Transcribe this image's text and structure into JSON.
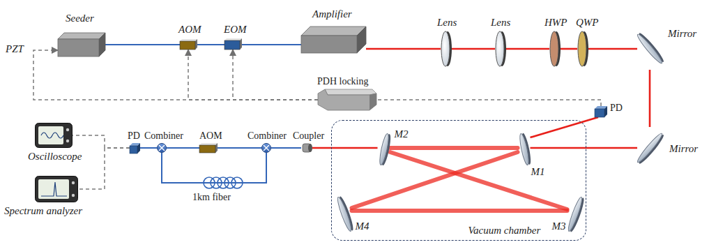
{
  "diagram": {
    "nodes": [
      {
        "text": [
          "Seeder"
        ]
      },
      {
        "text": [
          "AOM"
        ]
      },
      {
        "text": [
          "EOM"
        ]
      },
      {
        "text": [
          "Amplifier"
        ]
      },
      {
        "text": [
          "Lens"
        ]
      },
      {
        "text": [
          "Lens"
        ]
      },
      {
        "text": [
          "HWP"
        ]
      },
      {
        "text": [
          "QWP"
        ]
      },
      {
        "text": [
          "Mirror"
        ]
      },
      {
        "text": [
          "PDH locking"
        ]
      },
      {
        "text": [
          "PD"
        ]
      },
      {
        "text": [
          "Mirror"
        ]
      },
      {
        "text": [
          "Vacuum chamber"
        ]
      },
      {
        "text": [
          "M2"
        ],
        "in": 12
      },
      {
        "text": [
          "M1"
        ],
        "in": 12
      },
      {
        "text": [
          "M4"
        ],
        "in": 12
      },
      {
        "text": [
          "M3"
        ],
        "in": 12
      },
      {
        "text": [
          "Coupler"
        ]
      },
      {
        "text": [
          "Combiner"
        ]
      },
      {
        "text": [
          "AOM"
        ]
      },
      {
        "text": [
          "Combiner"
        ]
      },
      {
        "text": [
          "PD"
        ]
      },
      {
        "text": [
          "Oscilloscope"
        ]
      },
      {
        "text": [
          "Spectrum analyzer"
        ]
      }
    ],
    "edges": [
      {
        "from": 0,
        "to": 1,
        "arrow": "none"
      },
      {
        "from": 1,
        "to": 2,
        "arrow": "none"
      },
      {
        "from": 2,
        "to": 3,
        "arrow": "none"
      },
      {
        "from": 3,
        "to": 4,
        "arrow": "none"
      },
      {
        "from": 4,
        "to": 5,
        "arrow": "none"
      },
      {
        "from": 5,
        "to": 6,
        "arrow": "none"
      },
      {
        "from": 6,
        "to": 7,
        "arrow": "none"
      },
      {
        "from": 7,
        "to": 8,
        "arrow": "none"
      },
      {
        "from": 8,
        "to": 11,
        "arrow": "none"
      },
      {
        "from": 11,
        "to": 14,
        "arrow": "none"
      },
      {
        "from": 14,
        "to": 13,
        "arrow": "none"
      },
      {
        "from": 13,
        "to": 16,
        "arrow": "none"
      },
      {
        "from": 16,
        "to": 15,
        "arrow": "none"
      },
      {
        "from": 15,
        "to": 14,
        "arrow": "none"
      },
      {
        "from": 14,
        "to": 10,
        "arrow": "none"
      },
      {
        "from": 10,
        "to": 9,
        "arrow": "none"
      },
      {
        "from": 9,
        "to": 0,
        "arrow": "to"
      },
      {
        "from": 9,
        "to": 1,
        "arrow": "to"
      },
      {
        "from": 9,
        "to": 2,
        "arrow": "to"
      },
      {
        "from": 13,
        "to": 17,
        "arrow": "none"
      },
      {
        "from": 17,
        "to": 18,
        "arrow": "none"
      },
      {
        "from": 18,
        "to": 19,
        "arrow": "none"
      },
      {
        "from": 19,
        "to": 20,
        "arrow": "none"
      },
      {
        "from": 18,
        "to": 20,
        "arrow": "none"
      },
      {
        "from": 20,
        "to": 21,
        "arrow": "none"
      },
      {
        "from": 21,
        "to": 22,
        "arrow": "none"
      },
      {
        "from": 21,
        "to": 23,
        "arrow": "none"
      }
    ],
    "labels": [
      "PZT",
      "1km fiber"
    ]
  }
}
